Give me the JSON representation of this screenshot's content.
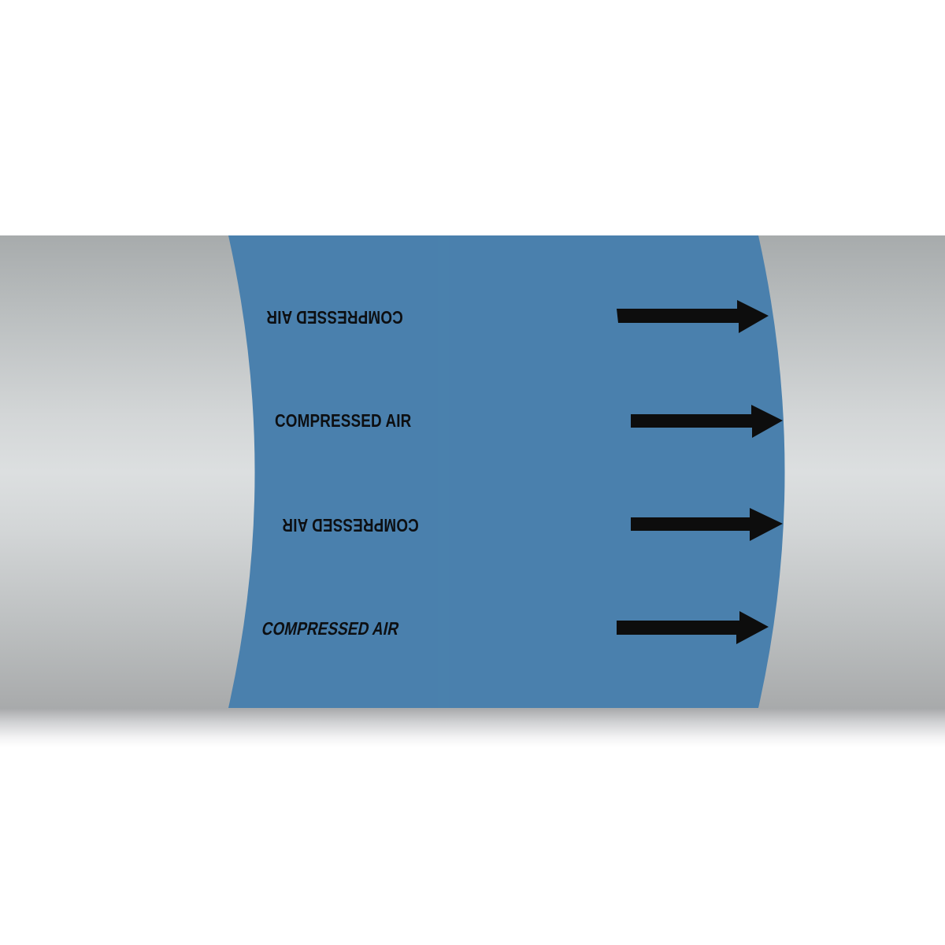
{
  "product": {
    "type": "pipe-marker",
    "band_color": "#4a80ad",
    "pipe_color_edge": "#a8abac",
    "pipe_color_center": "#dcdfe0",
    "text_color": "#0d0f12",
    "arrow_color": "#0d0d0d",
    "flow_direction": "right"
  },
  "labels": [
    {
      "text": "COMPRESSED AIR",
      "orientation": "rotated-180"
    },
    {
      "text": "COMPRESSED AIR",
      "orientation": "upright"
    },
    {
      "text": "COMPRESSED AIR",
      "orientation": "rotated-180"
    },
    {
      "text": "COMPRESSED AIR",
      "orientation": "italic"
    }
  ],
  "arrows": [
    {
      "direction": "right"
    },
    {
      "direction": "right"
    },
    {
      "direction": "right"
    },
    {
      "direction": "right"
    }
  ]
}
